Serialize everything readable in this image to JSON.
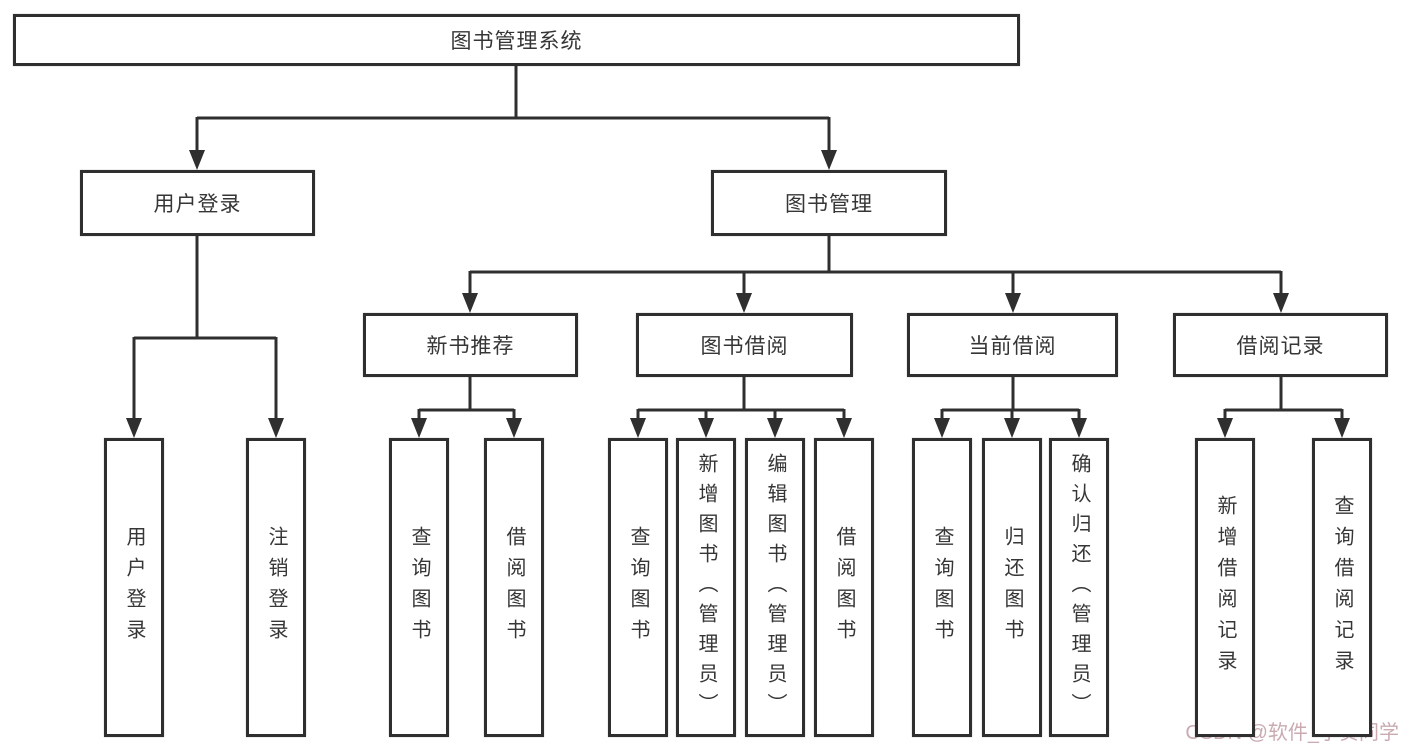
{
  "tree": {
    "label": "图书管理系统",
    "children": [
      {
        "label": "用户登录",
        "children": [
          {
            "label": "用户登录"
          },
          {
            "label": "注销登录"
          }
        ]
      },
      {
        "label": "图书管理",
        "children": [
          {
            "label": "新书推荐",
            "children": [
              {
                "label": "查询图书"
              },
              {
                "label": "借阅图书"
              }
            ]
          },
          {
            "label": "图书借阅",
            "children": [
              {
                "label": "查询图书"
              },
              {
                "label": "新增图书（管理员）"
              },
              {
                "label": "编辑图书（管理员）"
              },
              {
                "label": "借阅图书"
              }
            ]
          },
          {
            "label": "当前借阅",
            "children": [
              {
                "label": "查询图书"
              },
              {
                "label": "归还图书"
              },
              {
                "label": "确认归还（管理员）"
              }
            ]
          },
          {
            "label": "借阅记录",
            "children": [
              {
                "label": "新增借阅记录"
              },
              {
                "label": "查询借阅记录"
              }
            ]
          }
        ]
      }
    ]
  },
  "watermark": {
    "text": "CSDN @软件_小贺同学"
  },
  "colors": {
    "line": "#2f2f2f",
    "text": "#363636",
    "background": "#ffffff",
    "watermark": "#c9abb1"
  }
}
